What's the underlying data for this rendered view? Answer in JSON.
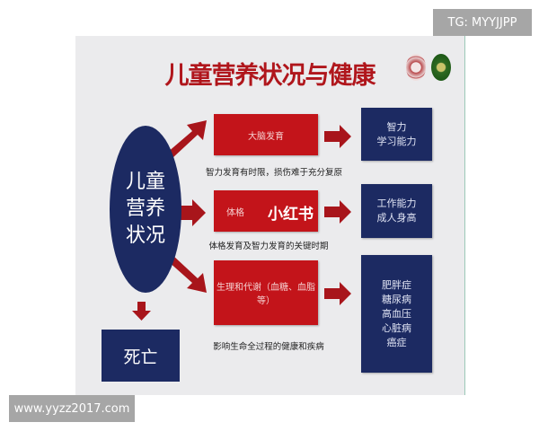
{
  "watermarks": {
    "top_right": "TG: MYYJJPP",
    "bottom_left": "www.yyzz2017.com",
    "overlay": "小红书"
  },
  "slide": {
    "title": "儿童营养状况与健康",
    "logos": [
      "university-seal-red",
      "university-seal-green"
    ],
    "center": {
      "lines": [
        "儿童",
        "营养",
        "状况"
      ]
    },
    "death": "死亡",
    "rows": [
      {
        "label": "大脑发育",
        "caption": "智力发育有时限，损伤难于充分复原",
        "outcomes": [
          "智力",
          "学习能力"
        ]
      },
      {
        "label": "体格",
        "caption": "体格发育及智力发育的关键时期",
        "outcomes": [
          "工作能力",
          "成人身高"
        ]
      },
      {
        "label": "生理和代谢（血糖、血脂等）",
        "caption": "影响生命全过程的健康和疾病",
        "outcomes": [
          "肥胖症",
          "糖尿病",
          "高血压",
          "心脏病",
          "癌症"
        ]
      }
    ],
    "colors": {
      "red": "#c3141a",
      "navy": "#1c2a62",
      "title": "#b0161c",
      "arrow": "#a8151b"
    }
  }
}
